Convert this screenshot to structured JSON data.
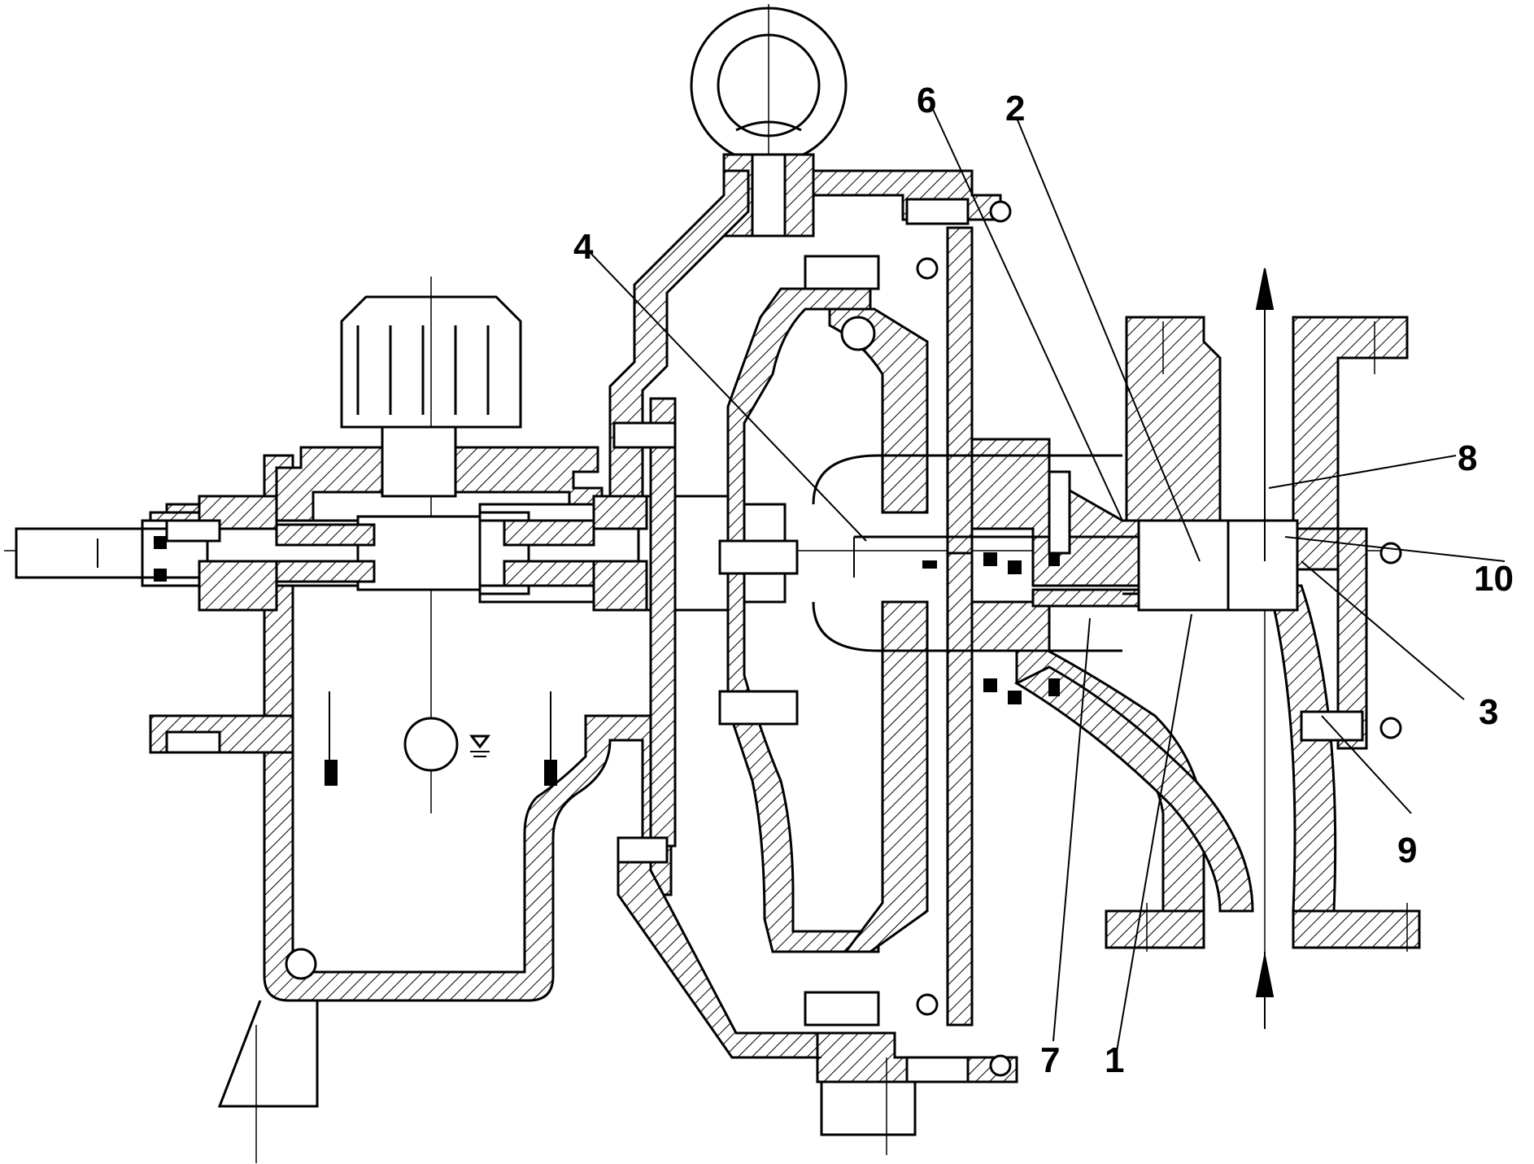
{
  "callouts": [
    {
      "id": "1",
      "label": "1"
    },
    {
      "id": "2",
      "label": "2"
    },
    {
      "id": "3",
      "label": "3"
    },
    {
      "id": "4",
      "label": "4"
    },
    {
      "id": "6",
      "label": "6"
    },
    {
      "id": "7",
      "label": "7"
    },
    {
      "id": "8",
      "label": "8"
    },
    {
      "id": "9",
      "label": "9"
    },
    {
      "id": "10",
      "label": "10"
    }
  ],
  "colors": {
    "line": "#000000",
    "background": "#ffffff"
  },
  "icons": {
    "level_mark": "oil-level-triangle-icon",
    "flow_arrow": "arrow-icon"
  }
}
